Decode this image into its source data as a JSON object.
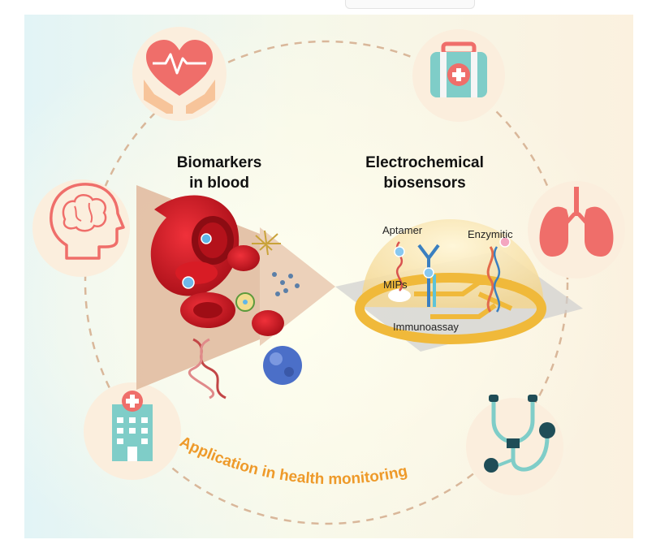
{
  "headings": {
    "biomarkers_line1": "Biomarkers",
    "biomarkers_line2": "in blood",
    "biosensors_line1": "Electrochemical",
    "biosensors_line2": "biosensors"
  },
  "sensor_labels": {
    "aptamer": "Aptamer",
    "enzymitic": "Enzymitic",
    "mips": "MIPs",
    "immunoassay": "Immunoassay"
  },
  "arc_caption": "Application in health monitoring",
  "icons": [
    "heart-in-hands-icon",
    "first-aid-kit-icon",
    "brain-head-icon",
    "lungs-icon",
    "hospital-icon",
    "stethoscope-icon"
  ],
  "colors": {
    "coral": "#ef6e6a",
    "peach": "#f7c49a",
    "teal": "#7fcdc8",
    "dark_teal": "#1f4d57",
    "orange_text": "#ee9a2a",
    "blood_red": "#c9161f",
    "dashed_circle": "#d9b79a"
  }
}
